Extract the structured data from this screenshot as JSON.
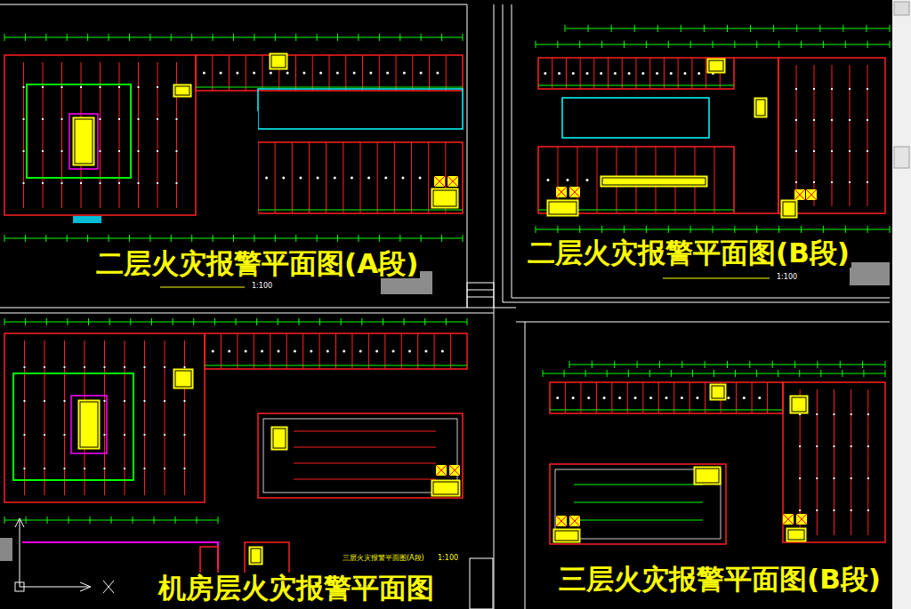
{
  "diagram": {
    "labels": [
      "二层火灾报警平面图(A段)",
      "1:100",
      "二层火灾报警平面图(B段)",
      "1:100",
      "机房层火灾报警平面图",
      "三层火灾报警平面图(A段)",
      "1:100",
      "三层火灾报警平面图(B段)"
    ]
  }
}
